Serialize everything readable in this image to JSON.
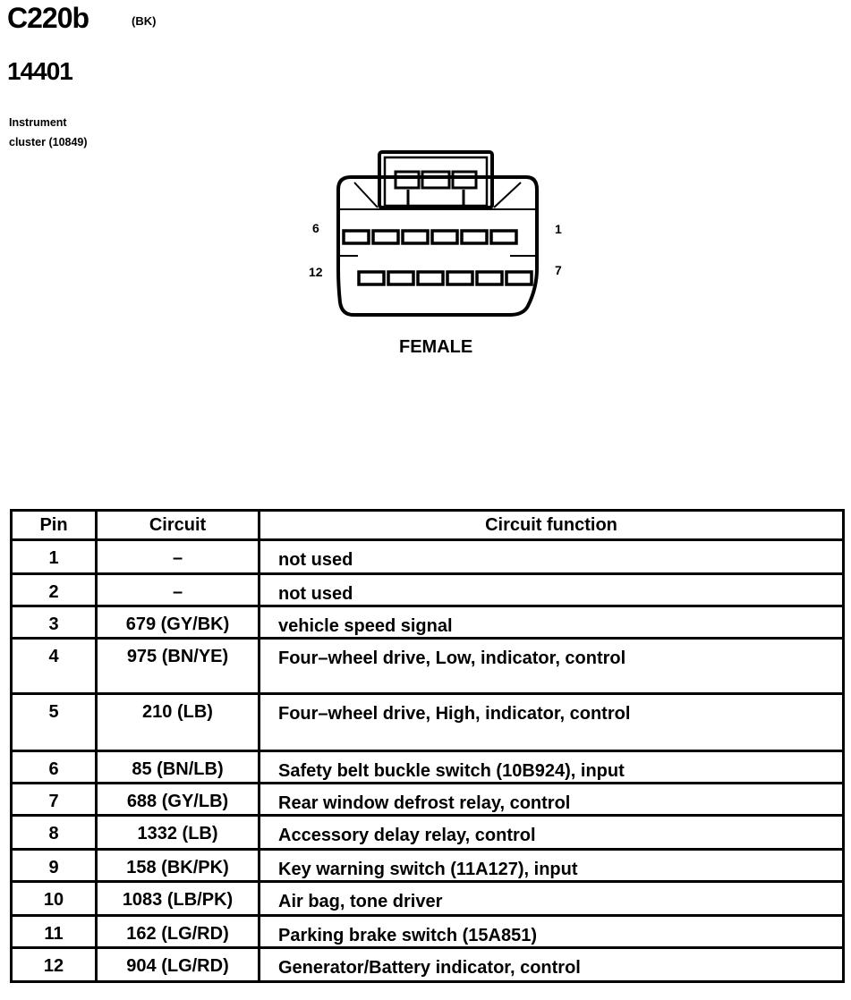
{
  "header": {
    "connector_id": "C220b",
    "color_code": "(BK)",
    "part_number": "14401",
    "component_line1": "Instrument",
    "component_line2": "cluster (10849)"
  },
  "connector": {
    "pin_top_left": "6",
    "pin_top_right": "1",
    "pin_bottom_left": "12",
    "pin_bottom_right": "7",
    "gender": "FEMALE"
  },
  "table": {
    "headers": [
      "Pin",
      "Circuit",
      "Circuit function"
    ],
    "rows": [
      {
        "pin": "1",
        "circuit": "–",
        "function": "not used"
      },
      {
        "pin": "2",
        "circuit": "–",
        "function": "not used"
      },
      {
        "pin": "3",
        "circuit": "679 (GY/BK)",
        "function": "vehicle speed signal"
      },
      {
        "pin": "4",
        "circuit": "975 (BN/YE)",
        "function": "Four–wheel drive, Low, indicator, control"
      },
      {
        "pin": "5",
        "circuit": "210 (LB)",
        "function": "Four–wheel drive, High, indicator, control"
      },
      {
        "pin": "6",
        "circuit": "85 (BN/LB)",
        "function": "Safety belt buckle switch (10B924), input"
      },
      {
        "pin": "7",
        "circuit": "688 (GY/LB)",
        "function": "Rear window defrost relay, control"
      },
      {
        "pin": "8",
        "circuit": "1332 (LB)",
        "function": "Accessory delay relay, control"
      },
      {
        "pin": "9",
        "circuit": "158 (BK/PK)",
        "function": "Key warning switch (11A127), input"
      },
      {
        "pin": "10",
        "circuit": "1083 (LB/PK)",
        "function": "Air bag, tone driver"
      },
      {
        "pin": "11",
        "circuit": "162 (LG/RD)",
        "function": "Parking brake switch (15A851)"
      },
      {
        "pin": "12",
        "circuit": "904 (LG/RD)",
        "function": "Generator/Battery indicator, control"
      }
    ]
  }
}
